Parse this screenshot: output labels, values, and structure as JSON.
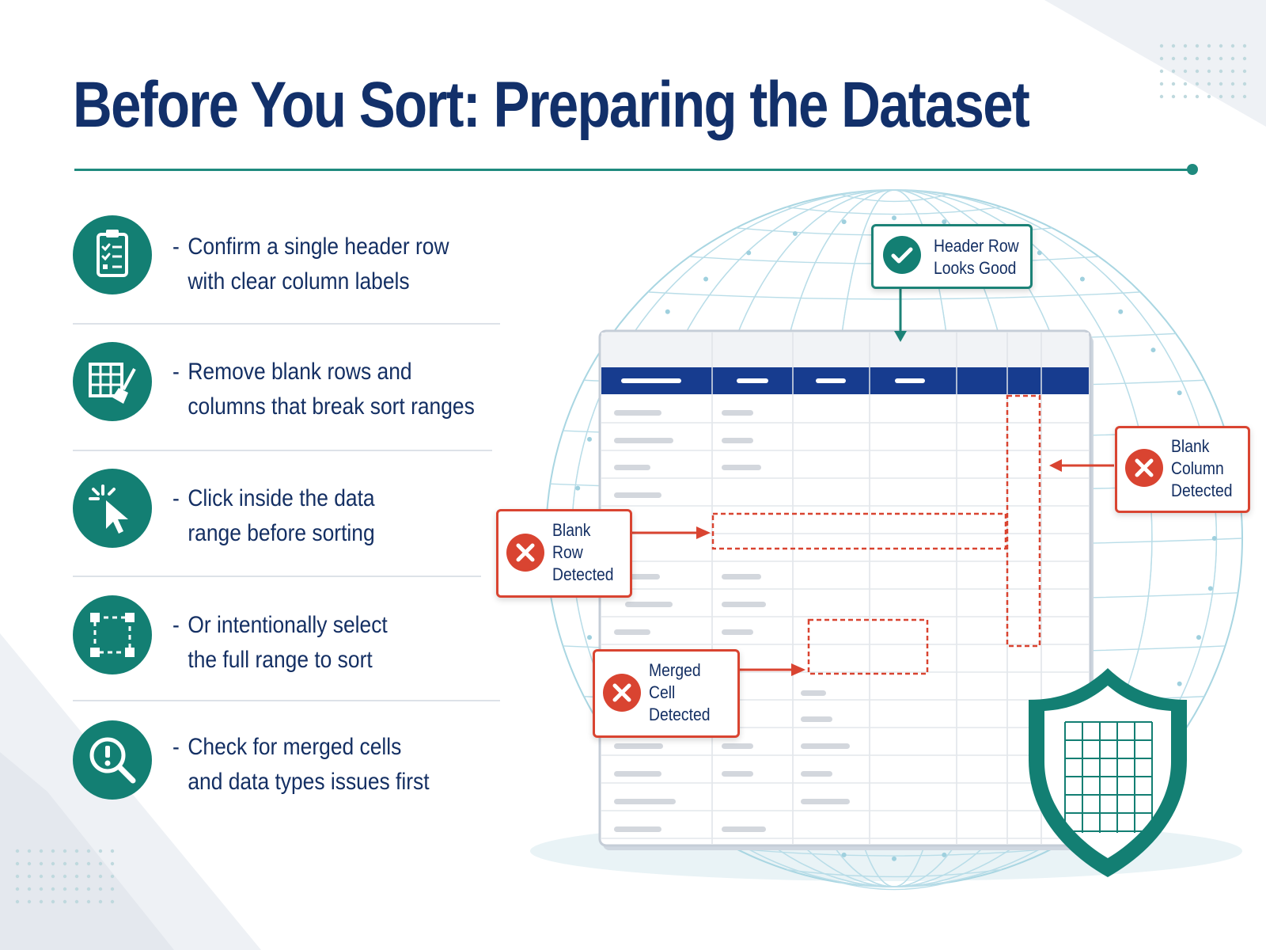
{
  "title": "Before You Sort: Preparing the Dataset",
  "steps": [
    {
      "line1": "Confirm a single header row",
      "line2": "with clear column labels",
      "icon": "clipboard-checklist-icon"
    },
    {
      "line1": "Remove blank rows and",
      "line2": "columns that break sort ranges",
      "icon": "grid-broom-icon"
    },
    {
      "line1": "Click inside the data",
      "line2": "range before sorting",
      "icon": "cursor-click-icon"
    },
    {
      "line1": "Or intentionally select",
      "line2": "the full range to sort",
      "icon": "selection-frame-icon"
    },
    {
      "line1": "Check for merged cells",
      "line2": "and data types issues first",
      "icon": "magnifier-alert-icon"
    }
  ],
  "step_bullet": "-",
  "callouts": {
    "header_row": {
      "line1": "Header Row",
      "line2": "Looks Good",
      "status": "ok"
    },
    "blank_column": {
      "line1": "Blank",
      "line2": "Column",
      "line3": "Detected",
      "status": "error"
    },
    "blank_row": {
      "line1": "Blank",
      "line2": "Row",
      "line3": "Detected",
      "status": "error"
    },
    "merged_cell": {
      "line1": "Merged",
      "line2": "Cell",
      "line3": "Detected",
      "status": "error"
    }
  },
  "colors": {
    "title": "#12306a",
    "accent_teal": "#137f73",
    "header_bar": "#173c8f",
    "error_red": "#d94431",
    "text": "#142f63"
  }
}
